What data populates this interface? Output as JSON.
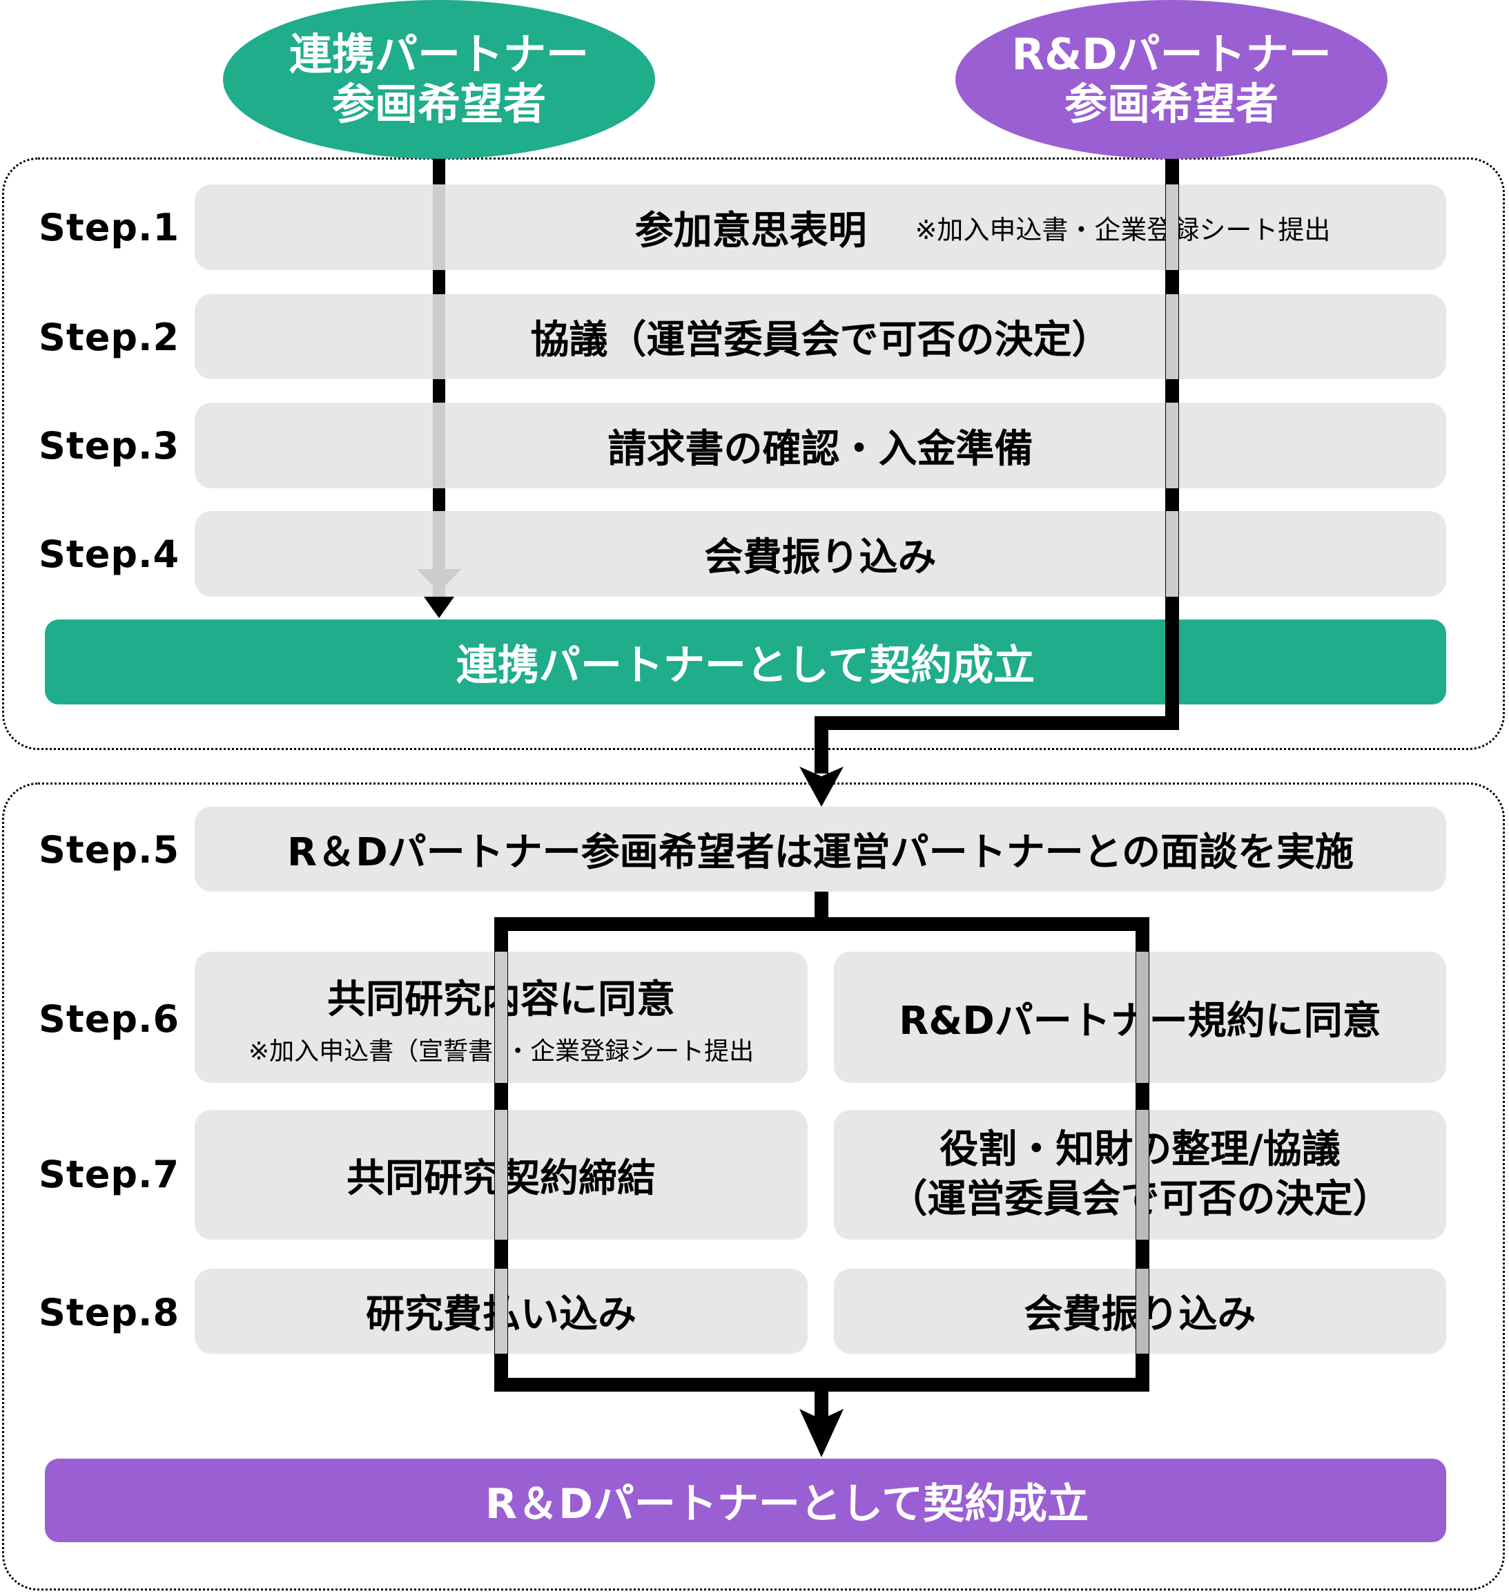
{
  "colors": {
    "green": "#1fad8b",
    "purple": "#9b5fd4",
    "step_box": "#e7e7e7",
    "line_black": "#000000",
    "line_gray": "#cccccc"
  },
  "start_nodes": {
    "renkei": {
      "line1": "連携パートナー",
      "line2": "参画希望者"
    },
    "rd": {
      "line1": "R&Dパートナー",
      "line2": "参画希望者"
    }
  },
  "phase1": {
    "steps": [
      {
        "label": "Step.1",
        "text": "参加意思表明",
        "note": "※加入申込書・企業登録シート提出"
      },
      {
        "label": "Step.2",
        "text": "協議（運営委員会で可否の決定）"
      },
      {
        "label": "Step.3",
        "text": "請求書の確認・入金準備"
      },
      {
        "label": "Step.4",
        "text": "会費振り込み"
      }
    ],
    "result": "連携パートナーとして契約成立"
  },
  "phase2": {
    "step5": {
      "label": "Step.5",
      "text": "R＆Dパートナー参画希望者は運営パートナーとの面談を実施"
    },
    "step6": {
      "label": "Step.6",
      "left": {
        "text": "共同研究内容に同意",
        "note": "※加入申込書（宣誓書）・企業登録シート提出"
      },
      "right": {
        "text": "R&Dパートナー規約に同意"
      }
    },
    "step7": {
      "label": "Step.7",
      "left": {
        "text": "共同研究契約締結"
      },
      "right": {
        "line1": "役割・知財の整理/協議",
        "line2": "（運営委員会で可否の決定）"
      }
    },
    "step8": {
      "label": "Step.8",
      "left": {
        "text": "研究費払い込み"
      },
      "right": {
        "text": "会費振り込み"
      }
    },
    "result": "R＆Dパートナーとして契約成立"
  }
}
